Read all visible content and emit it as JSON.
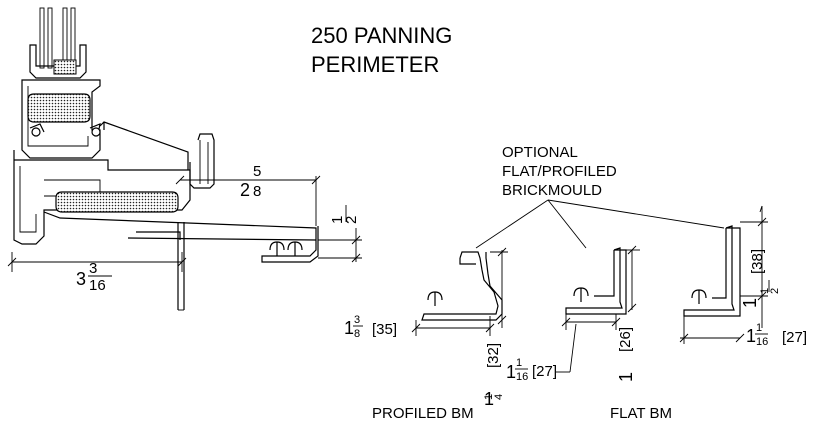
{
  "title": {
    "line1": "250 PANNING",
    "line2": "PERIMETER"
  },
  "callout": {
    "line1": "OPTIONAL",
    "line2": "FLAT/PROFILED",
    "line3": "BRICKMOULD"
  },
  "labels": {
    "profiled": "PROFILED BM",
    "flat": "FLAT BM"
  },
  "dims": {
    "main_width_whole": "3",
    "main_width_num": "3",
    "main_width_den": "16",
    "main_proj_whole": "2",
    "main_proj_num": "5",
    "main_proj_den": "8",
    "main_step_num": "1",
    "main_step_den": "2",
    "pbm_width_whole": "1",
    "pbm_width_num": "3",
    "pbm_width_den": "8",
    "pbm_width_mm": "[35]",
    "pbm_height_mm": "[32]",
    "pbm_height_whole": "1",
    "pbm_height_num": "1",
    "pbm_height_den": "4",
    "fbm_width_whole": "1",
    "fbm_width_num": "1",
    "fbm_width_den": "16",
    "fbm_width_mm": "[27]",
    "fbm_height_mm": "[26]",
    "fbm_height_whole": "1",
    "fbm3_height_mm": "[38]",
    "fbm3_height_whole": "1",
    "fbm3_height_num": "1",
    "fbm3_height_den": "2",
    "fbm3_width_whole": "1",
    "fbm3_width_num": "1",
    "fbm3_width_den": "16",
    "fbm3_width_mm": "[27]"
  }
}
